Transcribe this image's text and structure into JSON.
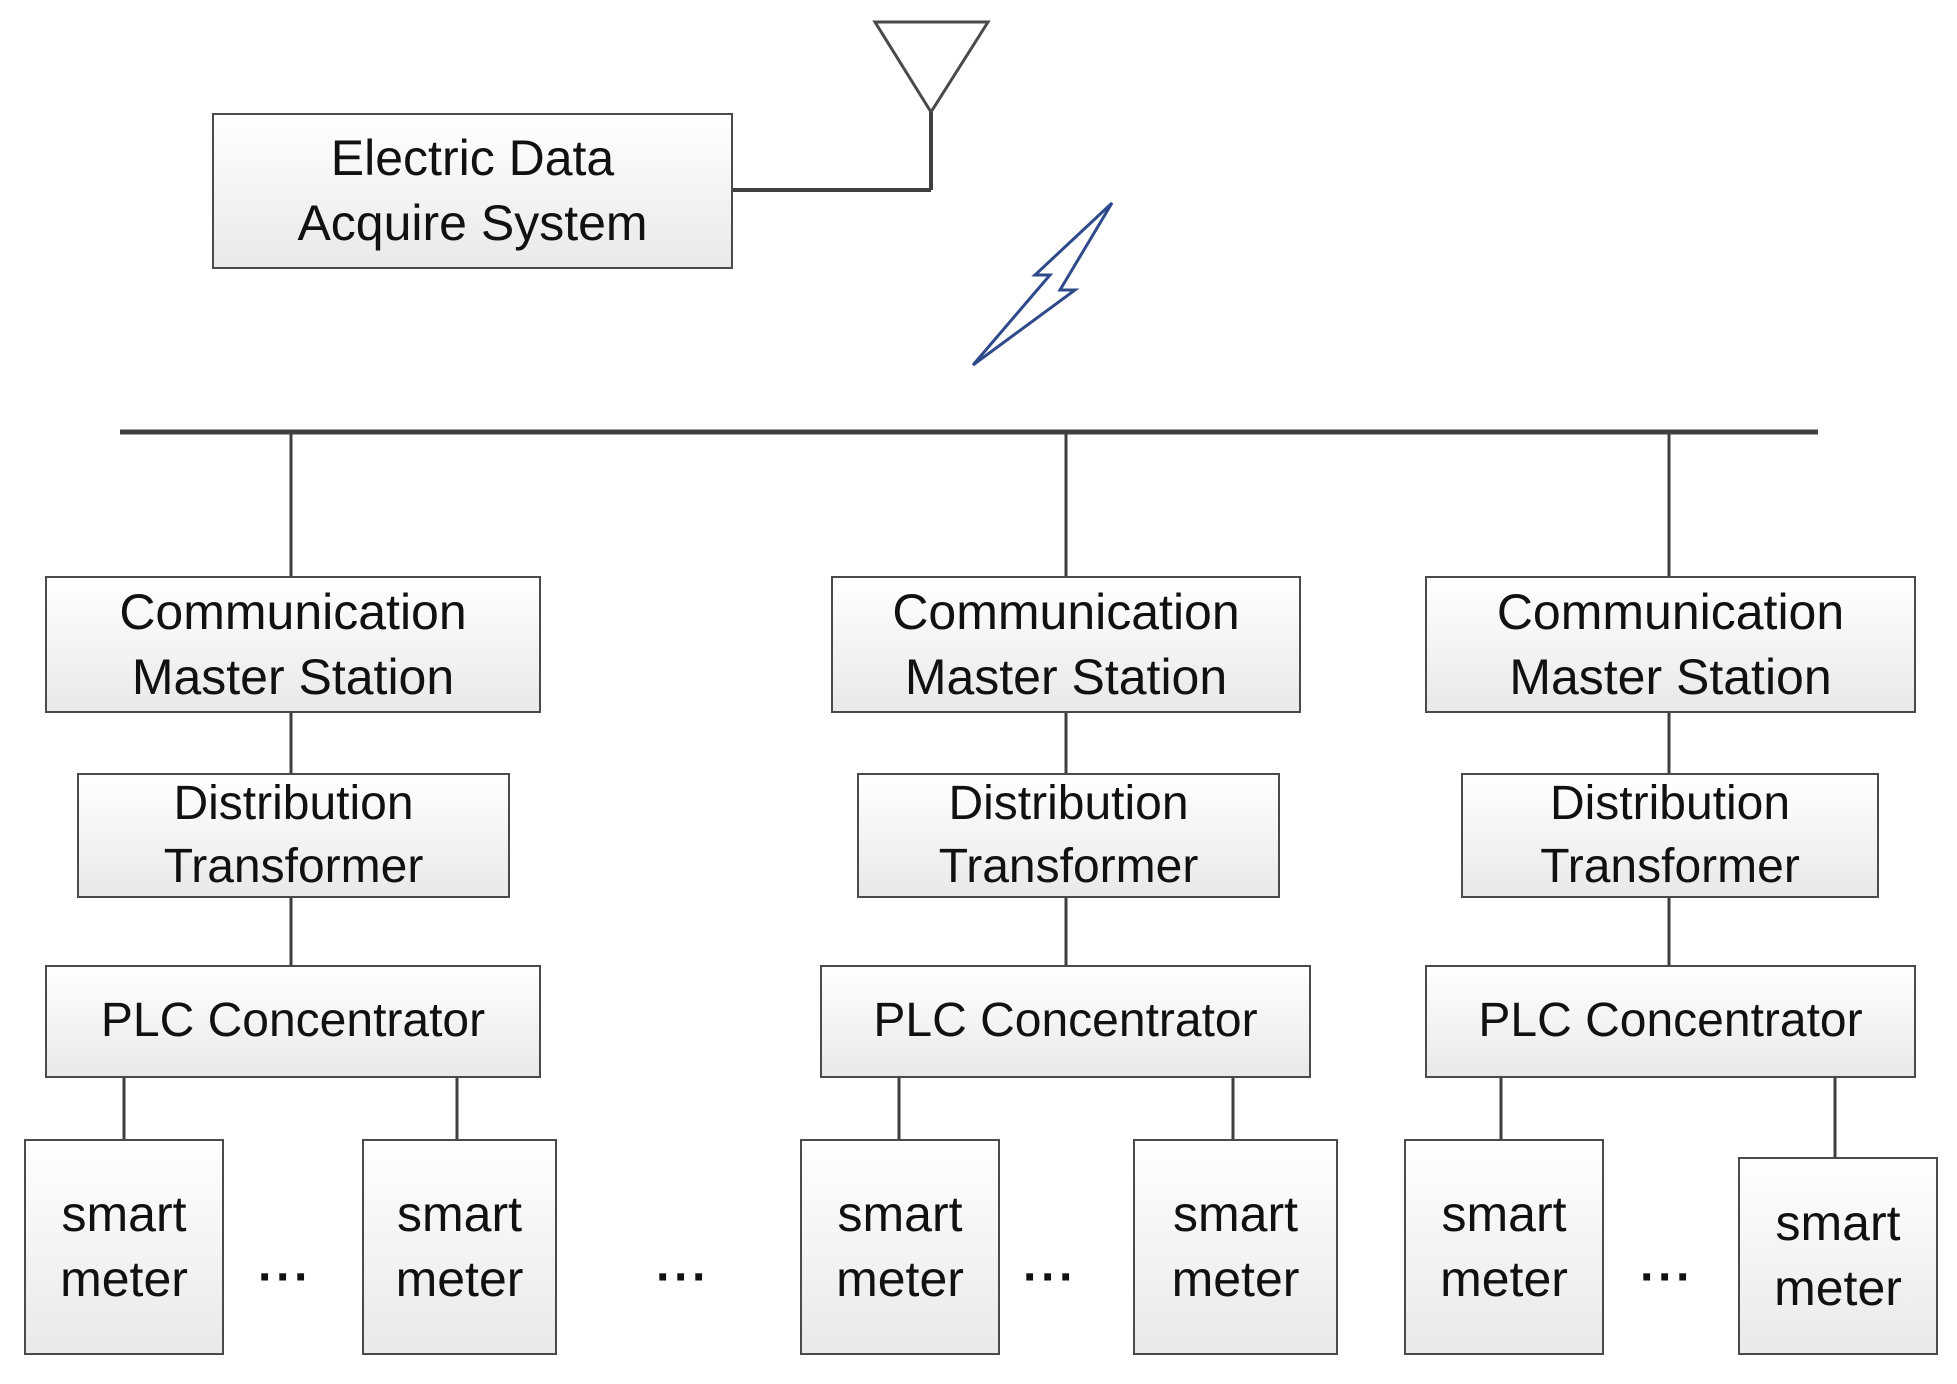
{
  "top": {
    "system_label": "Electric Data\nAcquire System"
  },
  "columns": [
    {
      "master_station": "Communication\nMaster Station",
      "transformer": "Distribution\nTransformer",
      "concentrator": "PLC Concentrator",
      "meter_left": "smart\nmeter",
      "meter_right": "smart\nmeter",
      "ellipsis": "···"
    },
    {
      "master_station": "Communication\nMaster Station",
      "transformer": "Distribution\nTransformer",
      "concentrator": "PLC Concentrator",
      "meter_left": "smart\nmeter",
      "meter_right": "smart\nmeter",
      "ellipsis": "···"
    },
    {
      "master_station": "Communication\nMaster Station",
      "transformer": "Distribution\nTransformer",
      "concentrator": "PLC Concentrator",
      "meter_left": "smart\nmeter",
      "meter_right": "smart\nmeter",
      "ellipsis": "···"
    }
  ],
  "between_columns_ellipsis": "···",
  "colors": {
    "line": "#3f3f3f",
    "wireless": "#2e4a8a",
    "box_border": "#4a4a4a"
  },
  "icons": [
    "antenna-icon",
    "wireless-signal-icon"
  ]
}
